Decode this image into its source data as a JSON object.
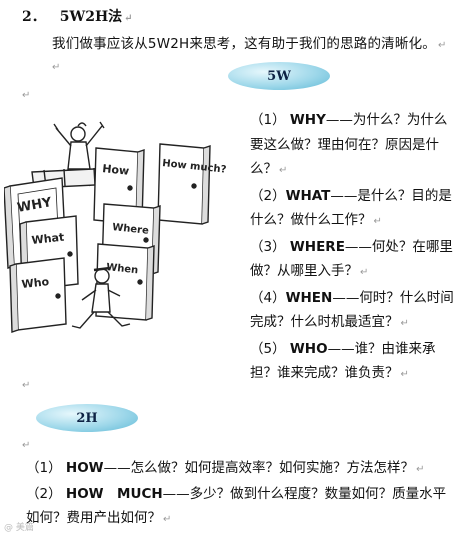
{
  "section": {
    "number": "2．",
    "title": "5W2H法"
  },
  "intro": "我们做事应该从5W2H来思考，这有助于我们的思路的清晰化。",
  "mark": "↵",
  "badges": {
    "five_w": "5W",
    "two_h": "2H"
  },
  "illustration": {
    "doors": [
      "WHY",
      "How",
      "How much?",
      "Where",
      "What",
      "When",
      "Who"
    ]
  },
  "five_w_items": [
    {
      "num": "（1）",
      "key": "WHY",
      "text": "——为什么？为什么要这么做？理由何在？原因是什么？"
    },
    {
      "num": "（2）",
      "key": "WHAT",
      "text": "——是什么？目的是什么？做什么工作？"
    },
    {
      "num": "（3）",
      "key": "WHERE",
      "text": "——何处？在哪里做？从哪里入手？"
    },
    {
      "num": "（4）",
      "key": "WHEN",
      "text": "——何时？什么时间完成？什么时机最适宜？"
    },
    {
      "num": "（5）",
      "key": "WHO",
      "text": "——谁？由谁来承担？谁来完成？谁负责？"
    }
  ],
  "two_h_items": [
    {
      "num": "（1）",
      "key": "HOW",
      "text": "——怎么做？如何提高效率？如何实施？方法怎样？"
    },
    {
      "num": "（2）",
      "key": "HOW　MUCH",
      "text": "——多少？做到什么程度？数量如何？质量水平如何？费用产出如何？"
    }
  ],
  "watermark": "@ 美篇"
}
